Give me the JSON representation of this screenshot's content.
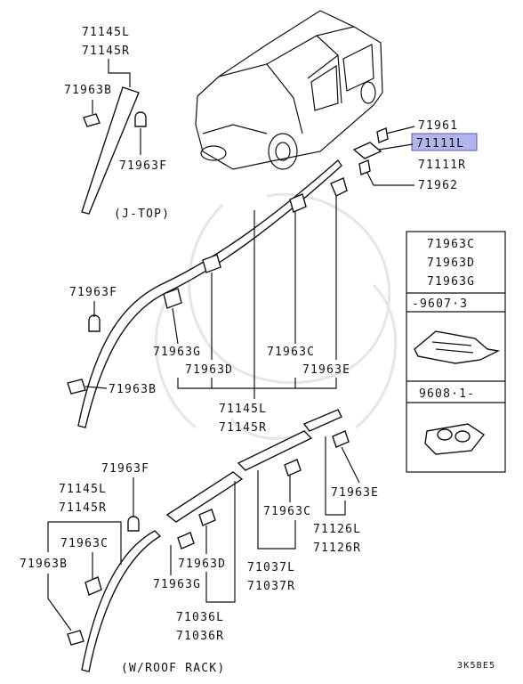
{
  "labels": {
    "p71145L_top": "71145L",
    "p71145R_top": "71145R",
    "p71963B_top": "71963B",
    "p71963F_top": "71963F",
    "jtop_caption": "(J-TOP)",
    "p71961": "71961",
    "p71111L": "71111L",
    "p71111R": "71111R",
    "p71962": "71962",
    "p71963F_mid": "71963F",
    "p71963G_mid": "71963G",
    "p71963D_mid": "71963D",
    "p71963C_mid": "71963C",
    "p71963E_mid": "71963E",
    "p71963B_mid": "71963B",
    "p71145L_mid": "71145L",
    "p71145R_mid": "71145R",
    "p71963F_low": "71963F",
    "p71145L_low": "71145L",
    "p71145R_low": "71145R",
    "p71963C_low": "71963C",
    "p71963B_low": "71963B",
    "p71963D_low": "71963D",
    "p71963G_low": "71963G",
    "p71036L": "71036L",
    "p71036R": "71036R",
    "p71963C_rack": "71963C",
    "p71037L": "71037L",
    "p71037R": "71037R",
    "p71963E_low": "71963E",
    "p71126L": "71126L",
    "p71126R": "71126R",
    "roofrack_caption": "(W/ROOF RACK)",
    "ref_code": "3K5BE5"
  },
  "side_table": {
    "codes": [
      "71963C",
      "71963D",
      "71963G"
    ],
    "range_before": "-9607·3",
    "range_after": "9608·1-"
  },
  "highlight_color": "#b4b4ec"
}
